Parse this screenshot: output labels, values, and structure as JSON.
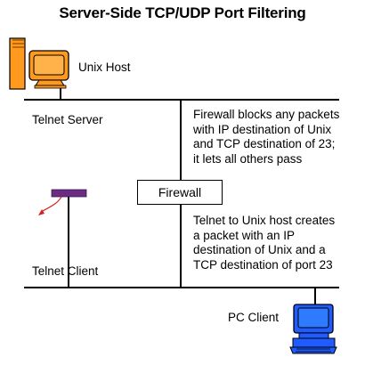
{
  "diagram": {
    "title": "Server-Side TCP/UDP Port Filtering",
    "nodes": {
      "unix_host": "Unix Host",
      "telnet_server": "Telnet Server",
      "firewall": "Firewall",
      "telnet_client": "Telnet Client",
      "pc_client": "PC Client"
    },
    "notes": {
      "firewall_rule": [
        "Firewall blocks any packets",
        "with IP destination of Unix",
        "and TCP destination of 23;",
        "it lets all others pass"
      ],
      "telnet_packet": [
        "Telnet to Unix host creates",
        "a packet with an IP",
        "destination of Unix and a",
        "TCP destination of port 23"
      ]
    },
    "colors": {
      "computer_orange": "#ff9a1f",
      "screen_orange": "#ffb24a",
      "pc_blue": "#1f5bff",
      "pc_screen": "#2f7bff",
      "telnet_client_purple": "#6b2c83",
      "arrow_red": "#d62020",
      "line": "#000000"
    },
    "icons": {
      "unix_host": "desktop-computer-icon",
      "pc_client": "desktop-computer-icon",
      "telnet_client": "network-device-icon",
      "packet_direction": "curved-arrow-icon"
    }
  }
}
